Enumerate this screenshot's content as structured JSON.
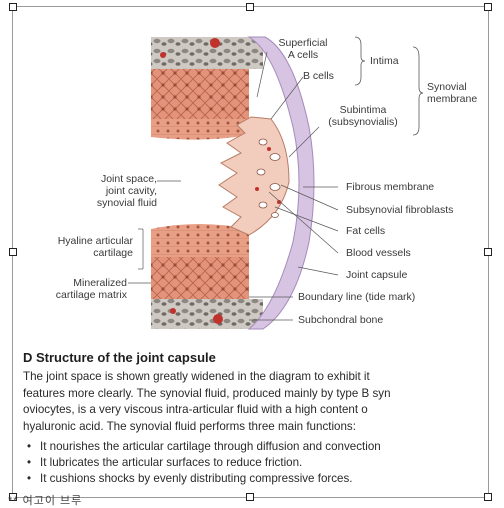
{
  "figure": {
    "labels": {
      "superficial_a_cells": "Superficial\nA cells",
      "b_cells": "B cells",
      "intima": "Intima",
      "synovial_membrane": "Synovial\nmembrane",
      "subintima": "Subintima\n(subsynovialis)",
      "joint_space": "Joint space,\njoint cavity,\nsynovial fluid",
      "fibrous_membrane": "Fibrous membrane",
      "subsynovial_fibroblasts": "Subsynovial fibroblasts",
      "fat_cells": "Fat cells",
      "blood_vessels": "Blood vessels",
      "hyaline_cartilage": "Hyaline articular\ncartilage",
      "joint_capsule": "Joint capsule",
      "mineralized_matrix": "Mineralized\ncartilage matrix",
      "boundary_line": "Boundary line (tide mark)",
      "subchondral_bone": "Subchondral bone"
    }
  },
  "section": {
    "heading": "D  Structure of the joint capsule",
    "paragraph_lines": [
      "The joint space is shown greatly widened in the diagram to exhibit it",
      "features more clearly. The synovial fluid, produced mainly by type B syn",
      "oviocytes, is a very viscous intra-articular fluid with a high content o",
      "hyaluronic acid. The synovial fluid performs three main functions:"
    ],
    "bullets": [
      "It nourishes the articular cartilage through diffusion and convection",
      "It lubricates the articular surfaces to reduce friction.",
      "It cushions shocks by evenly distributing compressive forces."
    ]
  },
  "footnote": "** 여고이 브루",
  "colors": {
    "bone": "#c9c3bd",
    "cartilage": "#d8876a",
    "capsule": "#cdb6dc",
    "synovium": "#e8a98f"
  }
}
